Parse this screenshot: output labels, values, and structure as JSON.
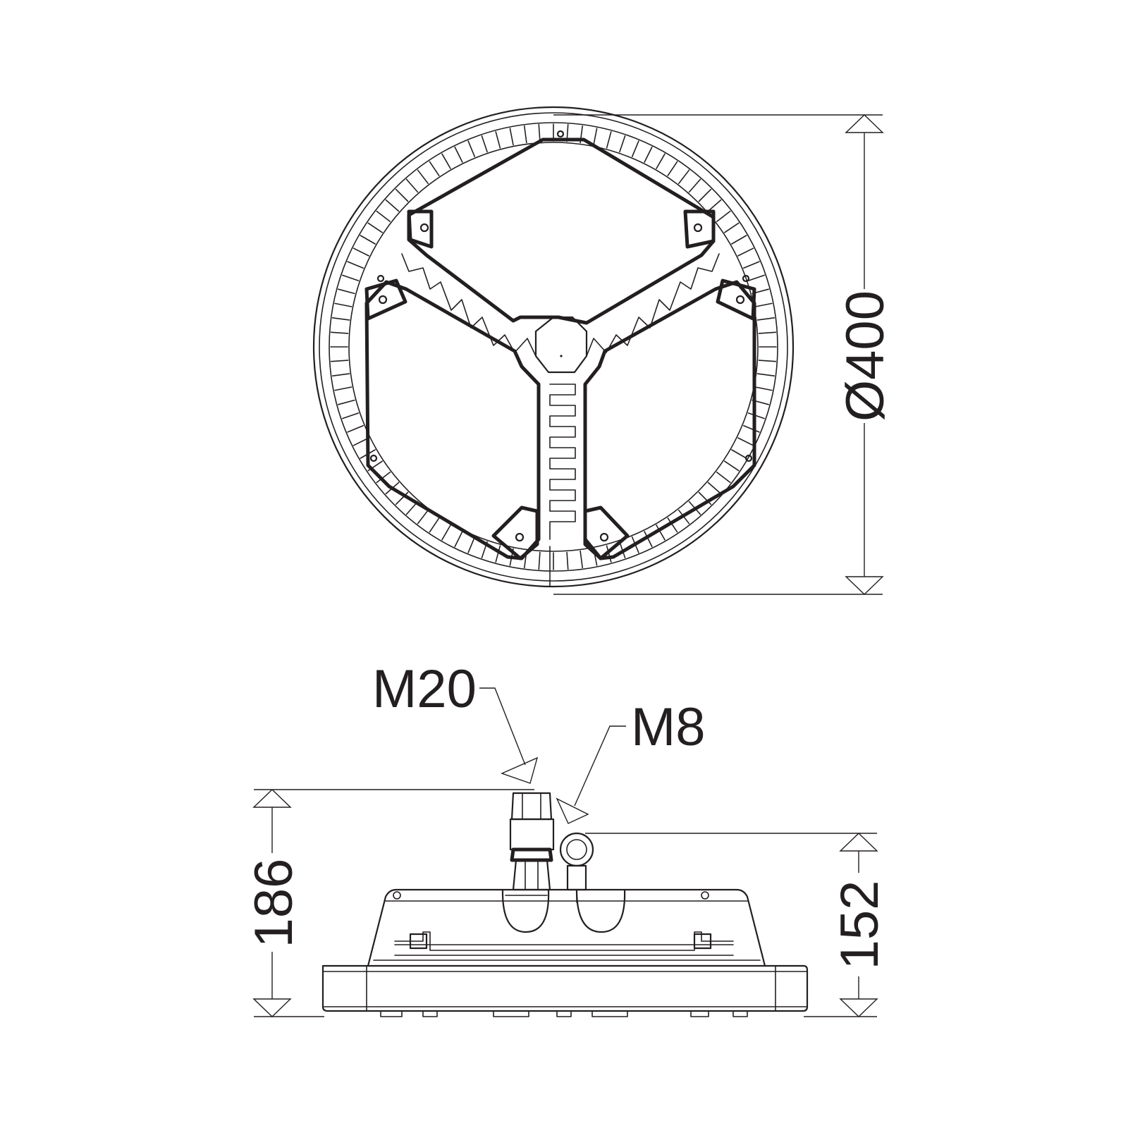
{
  "top_view": {
    "diameter_label": "Ø400"
  },
  "side_view": {
    "height_total_label": "186",
    "height_body_label": "152",
    "cable_gland_label": "M20",
    "eyebolt_label": "M8"
  }
}
